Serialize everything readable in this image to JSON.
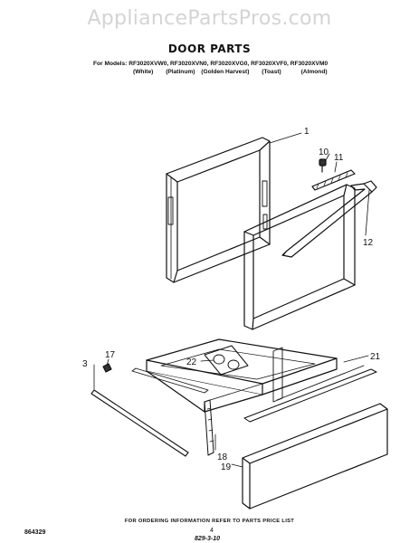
{
  "watermark": "AppliancePartsPros.com",
  "title": "DOOR PARTS",
  "models": {
    "prefix": "For Models:",
    "list": "RF3020XVW0, RF3020XVN0, RF3020XVG0, RF3020XVF0, RF3020XVM0",
    "colors": [
      "(White)",
      "(Platinum)",
      "(Golden Harvest)",
      "(Toast)",
      "(Almond)"
    ]
  },
  "callouts": {
    "c1": "1",
    "c10": "10",
    "c11": "11",
    "c12": "12",
    "c17": "17",
    "c3": "3",
    "c21": "21",
    "c22": "22",
    "c18": "18",
    "c19": "19"
  },
  "footer": "FOR ORDERING INFORMATION REFER TO PARTS PRICE LIST",
  "page_number": "4",
  "part_number": "864329",
  "stamp": "829-3-10"
}
